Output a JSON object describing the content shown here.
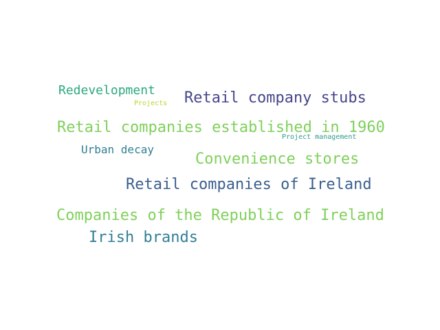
{
  "words": [
    {
      "key": "redevelopment",
      "text": "Redevelopment",
      "color": "#2aa87f"
    },
    {
      "key": "projects",
      "text": "Projects",
      "color": "#b6d630"
    },
    {
      "key": "stubs",
      "text": "Retail company stubs",
      "color": "#46468b"
    },
    {
      "key": "est1960",
      "text": "Retail companies established in 1960",
      "color": "#7fd05a"
    },
    {
      "key": "projmgmt",
      "text": "Project management",
      "color": "#2f9a8c"
    },
    {
      "key": "urbandecay",
      "text": "Urban decay",
      "color": "#2f7e92"
    },
    {
      "key": "convenience",
      "text": "Convenience stores",
      "color": "#7fd05a"
    },
    {
      "key": "ireland",
      "text": "Retail companies of Ireland",
      "color": "#3b5f8e"
    },
    {
      "key": "republic",
      "text": "Companies of the Republic of Ireland",
      "color": "#7fd05a"
    },
    {
      "key": "irishbrands",
      "text": "Irish brands",
      "color": "#327f96"
    }
  ]
}
